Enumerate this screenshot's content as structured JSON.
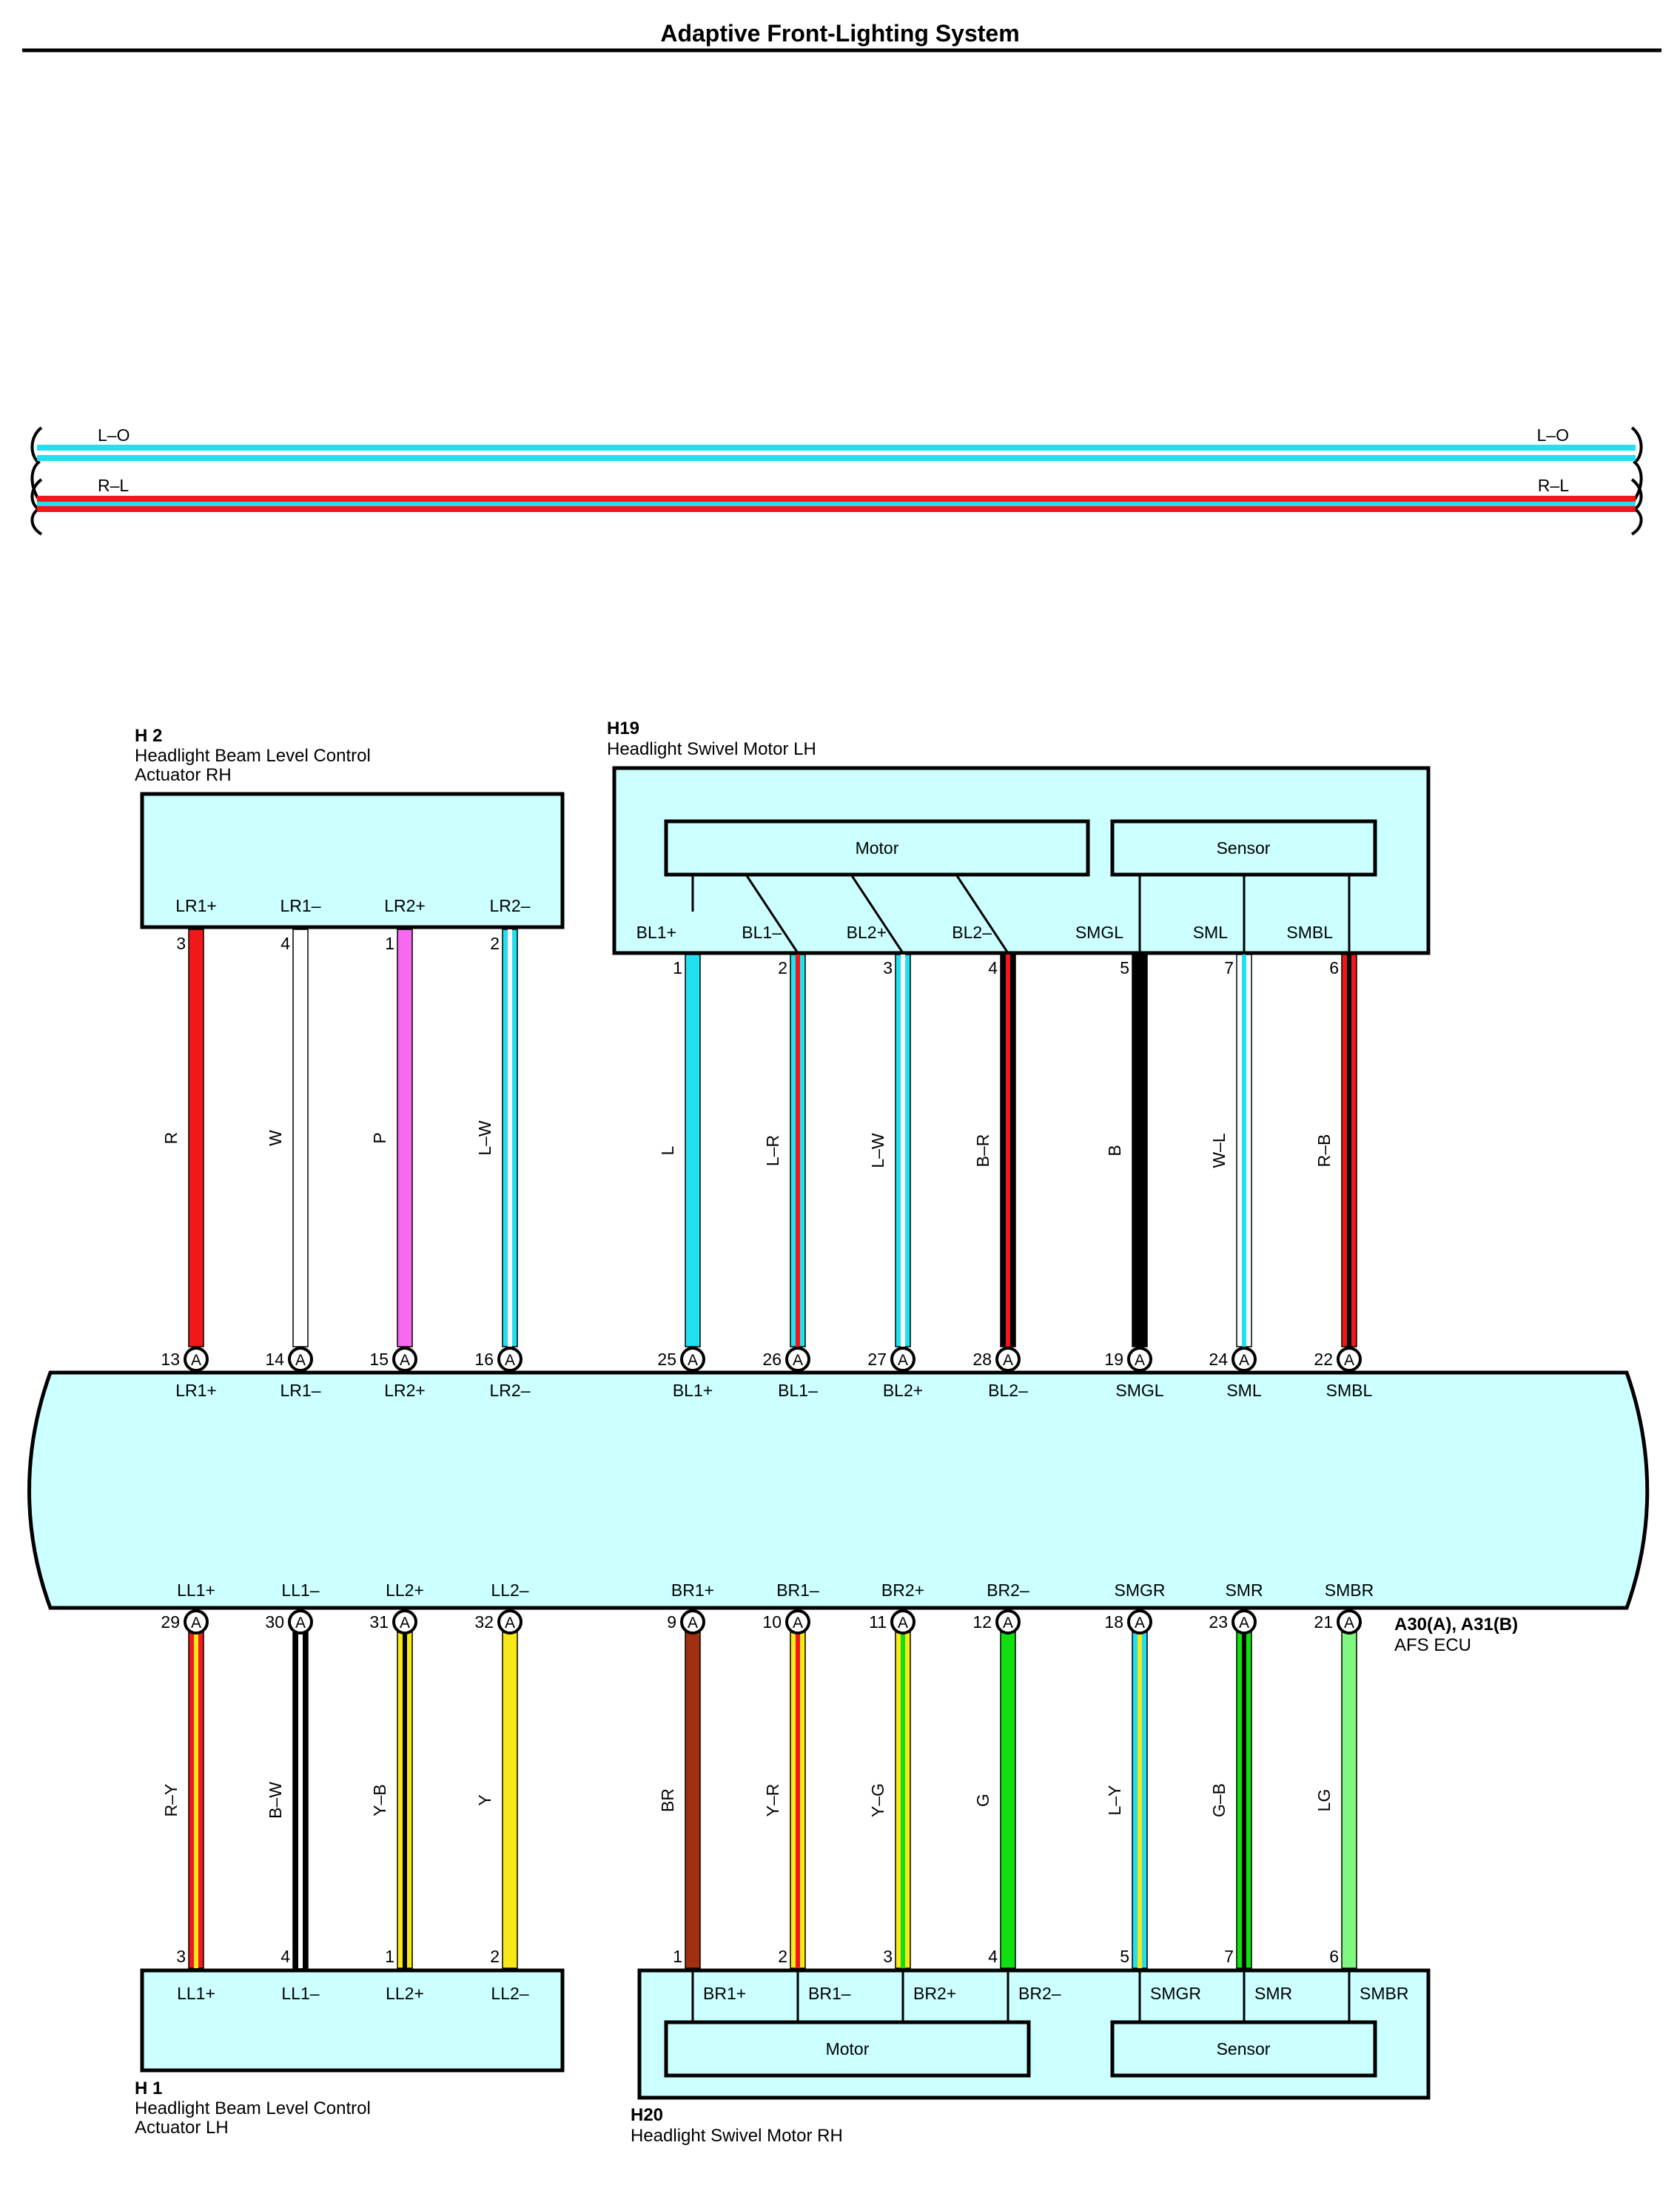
{
  "title": "Adaptive Front-Lighting System",
  "harness": {
    "top_wire": {
      "code": "L–O",
      "color": "#22e0f0",
      "stripe": "#ffffff"
    },
    "bottom_wire": {
      "code": "R–L",
      "color": "#f01818",
      "stripe": "#22e0f0"
    }
  },
  "connectors": {
    "h2": {
      "id": "H 2",
      "name_line1": "Headlight Beam Level Control",
      "name_line2": "Actuator RH"
    },
    "h19": {
      "id": "H19",
      "name": "Headlight Swivel Motor LH",
      "motor_label": "Motor",
      "sensor_label": "Sensor"
    },
    "h1": {
      "id": "H 1",
      "name_line1": "Headlight Beam Level Control",
      "name_line2": "Actuator LH"
    },
    "h20": {
      "id": "H20",
      "name": "Headlight Swivel Motor RH",
      "motor_label": "Motor",
      "sensor_label": "Sensor"
    },
    "ecu": {
      "id": "A30(A), A31(B)",
      "name": "AFS ECU",
      "pin_symbol": "A"
    }
  },
  "top_wires": [
    {
      "device_pin": "3",
      "device_label": "LR1+",
      "code": "R",
      "ecu_pin": "13",
      "ecu_label": "LR1+",
      "base": "#f01818",
      "stripe": ""
    },
    {
      "device_pin": "4",
      "device_label": "LR1–",
      "code": "W",
      "ecu_pin": "14",
      "ecu_label": "LR1–",
      "base": "#ffffff",
      "stripe": ""
    },
    {
      "device_pin": "1",
      "device_label": "LR2+",
      "code": "P",
      "ecu_pin": "15",
      "ecu_label": "LR2+",
      "base": "#f868f0",
      "stripe": ""
    },
    {
      "device_pin": "2",
      "device_label": "LR2–",
      "code": "L–W",
      "ecu_pin": "16",
      "ecu_label": "LR2–",
      "base": "#22e0f0",
      "stripe": "#ffffff"
    },
    {
      "device_pin": "1",
      "device_label": "BL1+",
      "code": "L",
      "ecu_pin": "25",
      "ecu_label": "BL1+",
      "base": "#22e0f0",
      "stripe": ""
    },
    {
      "device_pin": "2",
      "device_label": "BL1–",
      "code": "L–R",
      "ecu_pin": "26",
      "ecu_label": "BL1–",
      "base": "#22e0f0",
      "stripe": "#f01818"
    },
    {
      "device_pin": "3",
      "device_label": "BL2+",
      "code": "L–W",
      "ecu_pin": "27",
      "ecu_label": "BL2+",
      "base": "#22e0f0",
      "stripe": "#ffffff"
    },
    {
      "device_pin": "4",
      "device_label": "BL2–",
      "code": "B–R",
      "ecu_pin": "28",
      "ecu_label": "BL2–",
      "base": "#000000",
      "stripe": "#f01818"
    },
    {
      "device_pin": "5",
      "device_label": "SMGL",
      "code": "B",
      "ecu_pin": "19",
      "ecu_label": "SMGL",
      "base": "#000000",
      "stripe": ""
    },
    {
      "device_pin": "7",
      "device_label": "SML",
      "code": "W–L",
      "ecu_pin": "24",
      "ecu_label": "SML",
      "base": "#ffffff",
      "stripe": "#22e0f0"
    },
    {
      "device_pin": "6",
      "device_label": "SMBL",
      "code": "R–B",
      "ecu_pin": "22",
      "ecu_label": "SMBL",
      "base": "#f01818",
      "stripe": "#000000"
    }
  ],
  "bottom_wires": [
    {
      "ecu_pin": "29",
      "ecu_label": "LL1+",
      "code": "R–Y",
      "device_pin": "3",
      "device_label": "LL1+",
      "base": "#f01818",
      "stripe": "#f8e818"
    },
    {
      "ecu_pin": "30",
      "ecu_label": "LL1–",
      "code": "B–W",
      "device_pin": "4",
      "device_label": "LL1–",
      "base": "#000000",
      "stripe": "#ffffff"
    },
    {
      "ecu_pin": "31",
      "ecu_label": "LL2+",
      "code": "Y–B",
      "device_pin": "1",
      "device_label": "LL2+",
      "base": "#f8e818",
      "stripe": "#000000"
    },
    {
      "ecu_pin": "32",
      "ecu_label": "LL2–",
      "code": "Y",
      "device_pin": "2",
      "device_label": "LL2–",
      "base": "#f8e818",
      "stripe": ""
    },
    {
      "ecu_pin": "9",
      "ecu_label": "BR1+",
      "code": "BR",
      "device_pin": "1",
      "device_label": "BR1+",
      "base": "#a03010",
      "stripe": ""
    },
    {
      "ecu_pin": "10",
      "ecu_label": "BR1–",
      "code": "Y–R",
      "device_pin": "2",
      "device_label": "BR1–",
      "base": "#f8e818",
      "stripe": "#f01818"
    },
    {
      "ecu_pin": "11",
      "ecu_label": "BR2+",
      "code": "Y–G",
      "device_pin": "3",
      "device_label": "BR2+",
      "base": "#f8e818",
      "stripe": "#10e010"
    },
    {
      "ecu_pin": "12",
      "ecu_label": "BR2–",
      "code": "G",
      "device_pin": "4",
      "device_label": "BR2–",
      "base": "#10e010",
      "stripe": ""
    },
    {
      "ecu_pin": "18",
      "ecu_label": "SMGR",
      "code": "L–Y",
      "device_pin": "5",
      "device_label": "SMGR",
      "base": "#22e0f0",
      "stripe": "#f8e818"
    },
    {
      "ecu_pin": "23",
      "ecu_label": "SMR",
      "code": "G–B",
      "device_pin": "7",
      "device_label": "SMR",
      "base": "#10e010",
      "stripe": "#000000"
    },
    {
      "ecu_pin": "21",
      "ecu_label": "SMBR",
      "code": "LG",
      "device_pin": "6",
      "device_label": "SMBR",
      "base": "#80f880",
      "stripe": ""
    }
  ]
}
